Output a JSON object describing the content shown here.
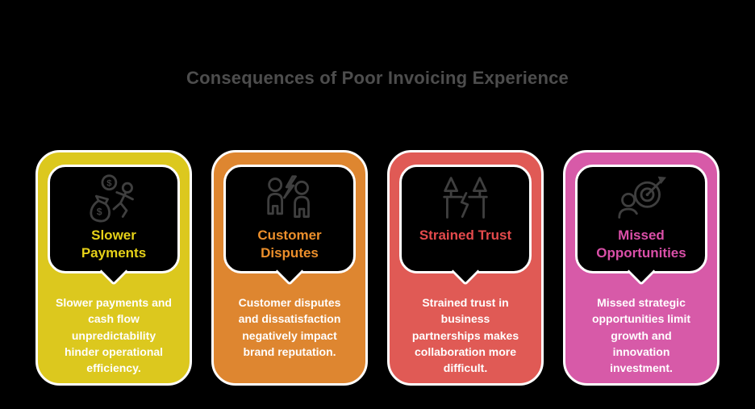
{
  "page": {
    "background": "#000000"
  },
  "header": {
    "title": "Consequences of Poor Invoicing Experience",
    "color": "#4d4d4d"
  },
  "bubble": {
    "fill": "#000000",
    "stroke": "#ffffff"
  },
  "icon_color": "#3f3f3f",
  "cards": [
    {
      "id": "slower-payments",
      "icon": "money-run-icon",
      "title": "Slower Payments",
      "description": "Slower payments and cash flow unpredictability hinder operational efficiency.",
      "color": "#dcc81e",
      "title_color": "#e6d118"
    },
    {
      "id": "customer-disputes",
      "icon": "people-dispute-icon",
      "title": "Customer Disputes",
      "description": "Customer disputes and dissatisfaction negatively impact brand reputation.",
      "color": "#de8630",
      "title_color": "#ec8f2b"
    },
    {
      "id": "strained-trust",
      "icon": "broken-bridge-icon",
      "title": "Strained Trust",
      "description": "Strained trust in business partnerships makes collaboration more difficult.",
      "color": "#e05a55",
      "title_color": "#e44a4c"
    },
    {
      "id": "missed-opportunities",
      "icon": "missed-target-icon",
      "title": "Missed Opportunities",
      "description": "Missed strategic opportunities limit growth and innovation investment.",
      "color": "#d75aa8",
      "title_color": "#da4fa8"
    }
  ]
}
